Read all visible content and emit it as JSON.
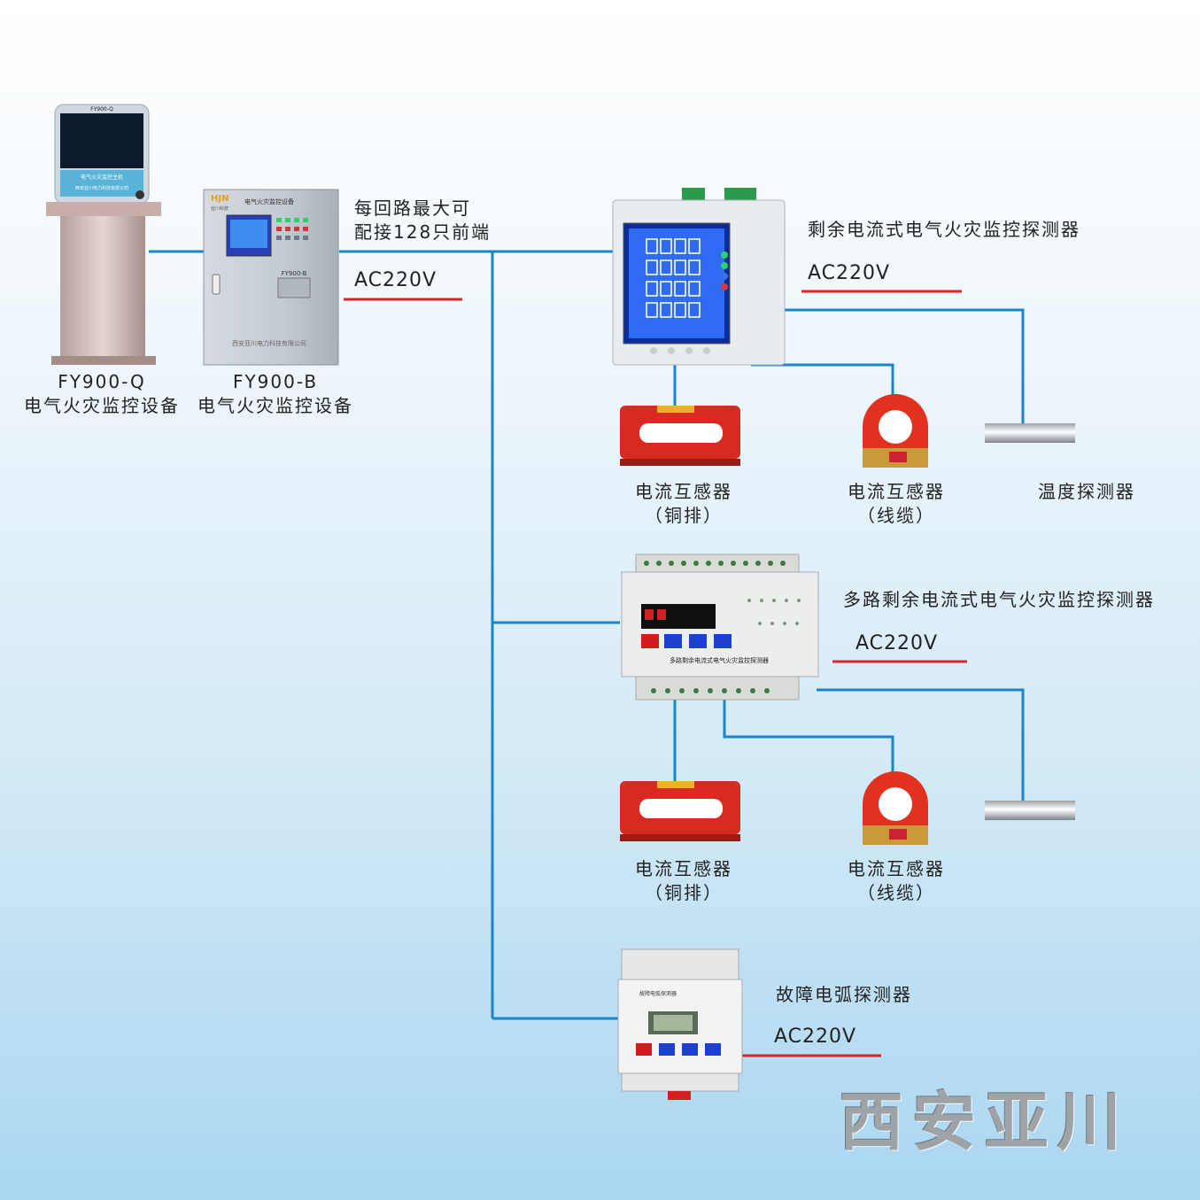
{
  "colors": {
    "wire_blue": "#1a86c8",
    "power_red": "#d9262b",
    "ct_red": "#d62a22",
    "ring_red": "#e2321f"
  },
  "devices": {
    "kiosk": {
      "model": "FY900-Q",
      "desc": "电气火灾监控设备",
      "screen_top": "FY900-Q",
      "panel_line1": "电气火灾监控主机",
      "panel_line2": "西安亚川电力科技有限公司"
    },
    "cabinet": {
      "model": "FY900-B",
      "desc": "电气火灾监控设备",
      "brand": "HJN",
      "brand_sub": "亚川科技",
      "title": "电气火灾监控设备",
      "tag": "FY900-B",
      "footer": "西安亚川电力科技有限公司"
    },
    "bus": {
      "note_line1": "每回路最大可",
      "note_line2": "配接128只前端",
      "power": "AC220V"
    },
    "detector1": {
      "name": "剩余电流式电气火灾监控探测器",
      "power": "AC220V",
      "ct_busbar": {
        "line1": "电流互感器",
        "line2": "（铜排）"
      },
      "ct_cable": {
        "line1": "电流互感器",
        "line2": "（线缆）"
      },
      "temp": {
        "label": "温度探测器"
      }
    },
    "detector2": {
      "name": "多路剩余电流式电气火灾监控探测器",
      "power": "AC220V",
      "panel_text": "多路剩余电流式电气火灾监控探测器",
      "ct_busbar": {
        "line1": "电流互感器",
        "line2": "（铜排）"
      },
      "ct_cable": {
        "line1": "电流互感器",
        "line2": "（线缆）"
      }
    },
    "arc": {
      "name": "故障电弧探测器",
      "power": "AC220V",
      "panel_text": "故障电弧探测器"
    }
  },
  "watermark": "西安亚川"
}
